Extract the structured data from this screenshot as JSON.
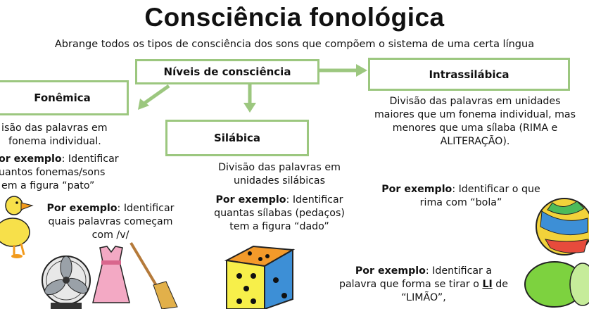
{
  "title": "Consciência fonológica",
  "subtitle": "Abrange todos os tipos de consciência dos sons que compõem o sistema de uma certa língua",
  "boxes": {
    "niveis": "Níveis de consciência",
    "fonemica": "Fonêmica",
    "silabica": "Silábica",
    "intrassilabica": "Intrassilábica"
  },
  "fonemica": {
    "desc1": "isão das palavras em",
    "desc2": "fonema individual.",
    "ex1_bold": "or exemplo",
    "ex1_rest": ": Identificar",
    "ex2": "uantos fonemas/sons",
    "ex3": "em a figura “pato”",
    "ex_b_bold": "Por exemplo",
    "ex_b_rest": ": Identificar",
    "ex_b2": "quais palavras começam",
    "ex_b3": "com /v/"
  },
  "silabica": {
    "desc1": "Divisão das palavras em",
    "desc2": "unidades silábicas",
    "ex_bold": "Por exemplo",
    "ex_rest": ": Identificar",
    "ex2": "quantas sílabas (pedaços)",
    "ex3": "tem a figura “dado”"
  },
  "intrassilabica": {
    "desc1": "Divisão das palavras em unidades",
    "desc2": "maiores que um fonema individual,  mas",
    "desc3": "menores que uma sílaba (RIMA e",
    "desc4": "ALITERAÇÃO).",
    "ex_bold": "Por exemplo",
    "ex_rest": ": Identificar o que",
    "ex2": "rima com “bola”",
    "ex_b_bold": "Por exemplo",
    "ex_b_rest": ": Identificar a",
    "ex_b2_pre": "palavra que forma se tirar o ",
    "ex_b2_li": "LI",
    "ex_b2_post": " de",
    "ex_b3": "“LIMÃO”,"
  },
  "colors": {
    "box_border": "#9cc77f",
    "arrow": "#9cc77f"
  },
  "icons": [
    "duck-icon",
    "fan-icon",
    "dress-icon",
    "broom-icon",
    "dice-icon",
    "ball-icon",
    "lime-icon"
  ]
}
